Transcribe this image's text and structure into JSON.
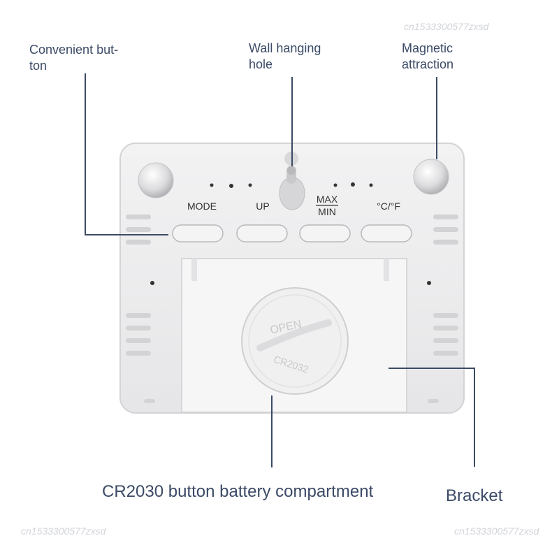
{
  "watermarks": {
    "top_right": "cn1533300577zxsd",
    "bottom_left": "cn1533300577zxsd",
    "bottom_right": "cn1533300577zxsd"
  },
  "callouts": {
    "convenient_button": "Convenient but-\nton",
    "wall_hanging_hole": "Wall hanging\nhole",
    "magnetic_attraction": "Magnetic\nattraction",
    "battery_compartment": "CR2030 button battery compartment",
    "bracket": "Bracket"
  },
  "device": {
    "buttons": {
      "mode": "MODE",
      "up": "UP",
      "max": "MAX",
      "min": "MIN",
      "unit": "°C/°F"
    },
    "battery_cover": {
      "open_text": "OPEN",
      "model_text": "CR2032"
    }
  },
  "colors": {
    "body": "#eeeeef",
    "callout_line": "#3b4a66"
  }
}
